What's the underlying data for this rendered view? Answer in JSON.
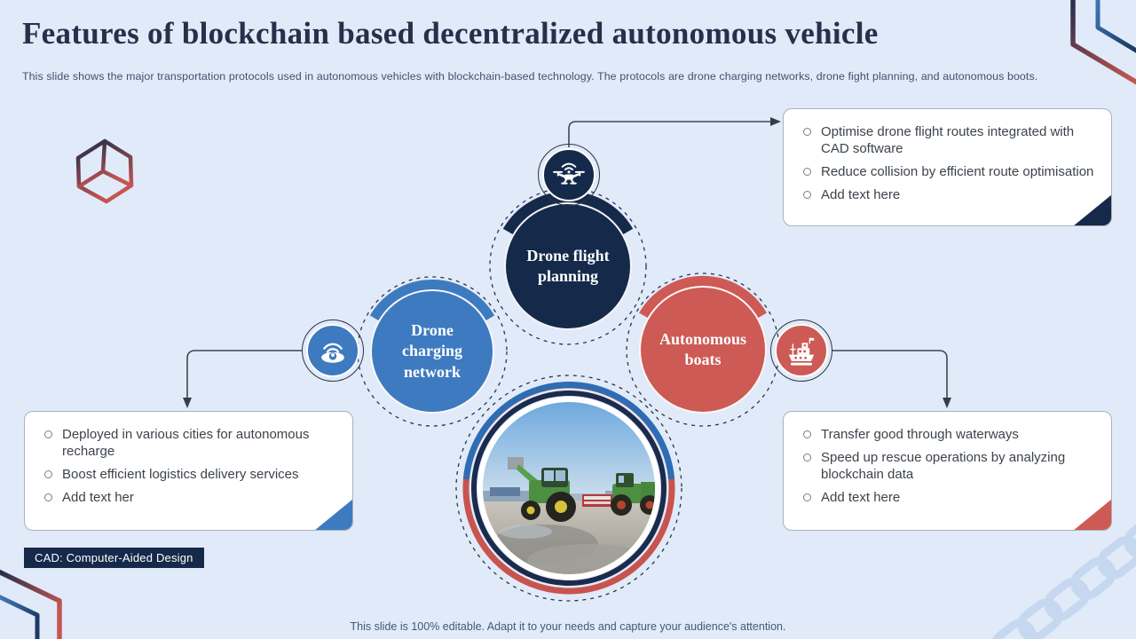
{
  "slide": {
    "title": "Features of blockchain based decentralized autonomous vehicle",
    "subtitle": "This slide shows the major transportation protocols used in autonomous vehicles with blockchain-based technology. The protocols are drone charging networks, drone fight planning, and autonomous boots.",
    "footer": "This slide is 100% editable. Adapt it to your needs and capture your audience's attention.",
    "cad_note": "CAD: Computer-Aided  Design"
  },
  "nodes": {
    "drone_flight": {
      "label": "Drone flight planning",
      "color": "#152a4b",
      "icon": "drone-icon"
    },
    "drone_charging": {
      "label": "Drone charging network",
      "color": "#3e7ac0",
      "icon": "charging-pad-icon"
    },
    "autonomous_boats": {
      "label": "Autonomous boats",
      "color": "#cd5a54",
      "icon": "ship-icon"
    }
  },
  "boxes": {
    "top": {
      "accent": "#152a4b",
      "items": [
        "Optimise drone flight routes  integrated with CAD software",
        "Reduce collision by efficient route optimisation",
        "Add text here"
      ]
    },
    "left": {
      "accent": "#3e7ac0",
      "items": [
        "Deployed in various cities for autonomous recharge",
        "Boost efficient logistics delivery services",
        "Add text her"
      ]
    },
    "right": {
      "accent": "#cd5a54",
      "items": [
        "Transfer good through waterways",
        "Speed up rescue operations by analyzing blockchain data",
        "Add text here"
      ]
    }
  },
  "colors": {
    "background": "#e1eaf8",
    "navy": "#152a4b",
    "blue": "#3e7ac0",
    "red": "#cd5a54",
    "chain_watermark": "#c5d8ef",
    "connector": "#3c4756"
  }
}
